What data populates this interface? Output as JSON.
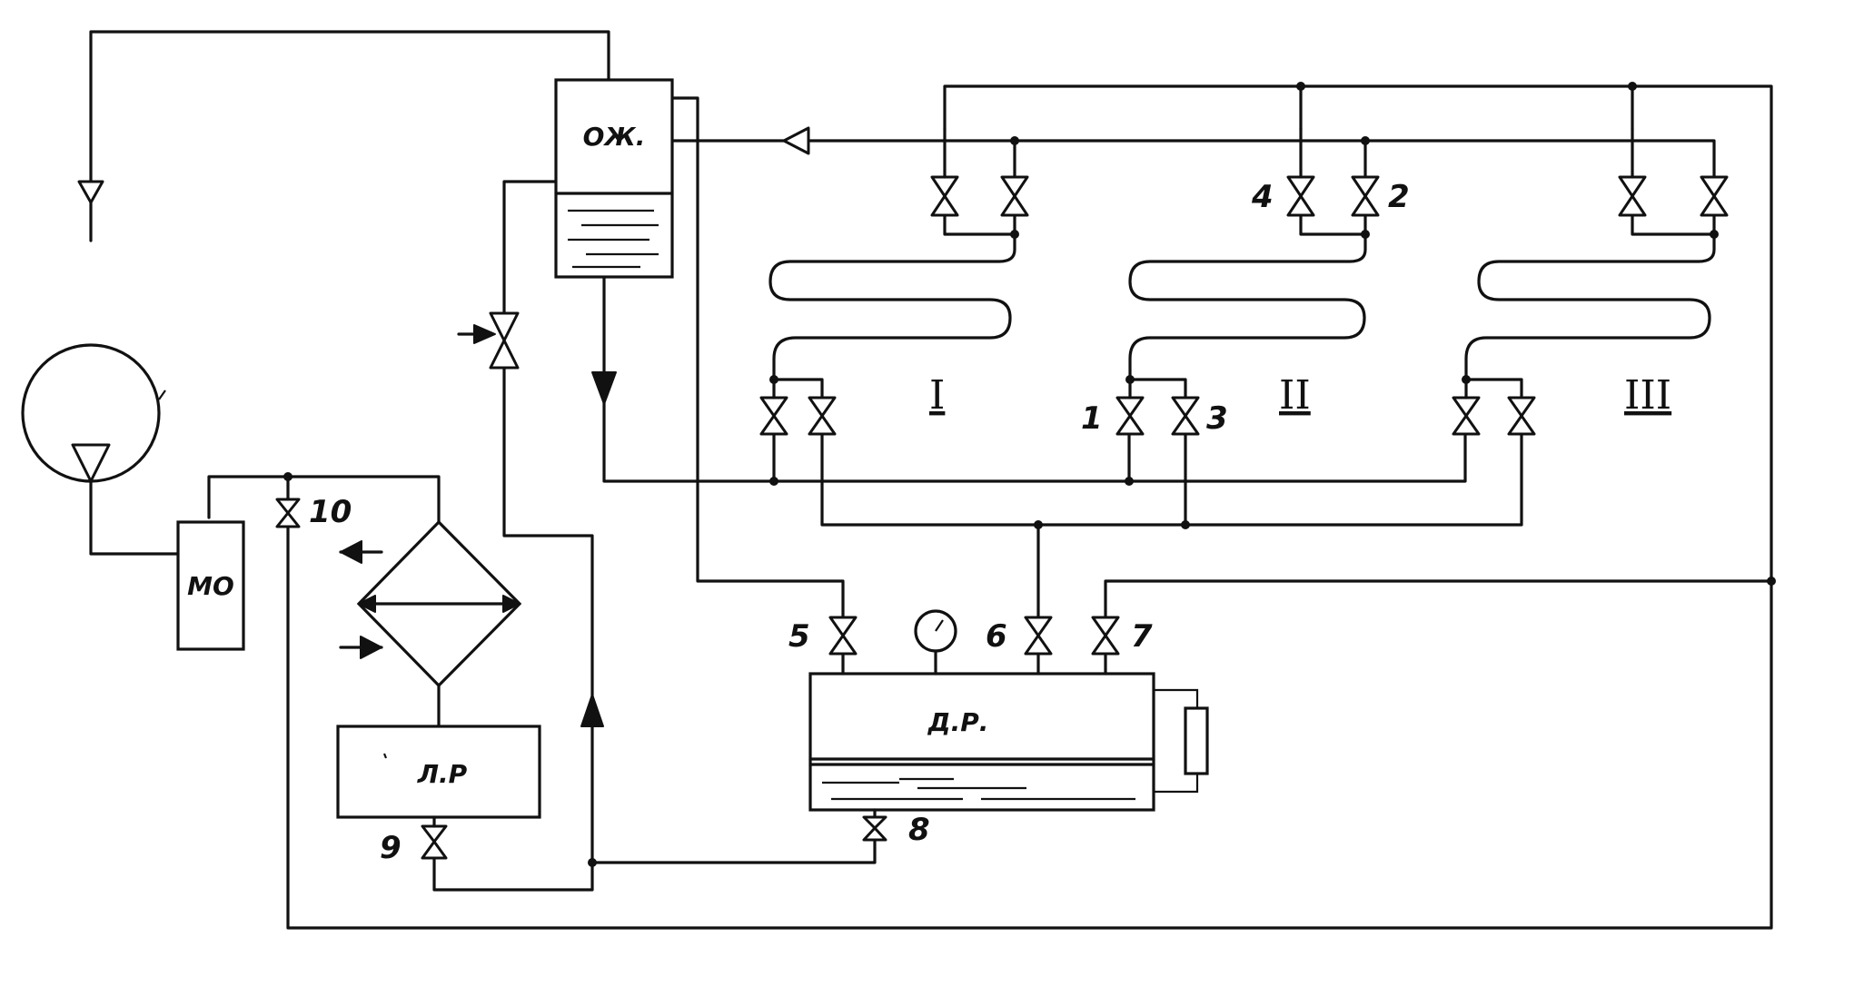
{
  "diagram": {
    "boxes": {
      "ozh": "ОЖ.",
      "mo": "МО",
      "lr": "Л.Р",
      "dr": "Д.Р."
    },
    "valve_numbers": [
      "1",
      "2",
      "3",
      "4",
      "5",
      "6",
      "7",
      "8",
      "9",
      "10"
    ],
    "sections": [
      "I",
      "II",
      "III"
    ]
  }
}
